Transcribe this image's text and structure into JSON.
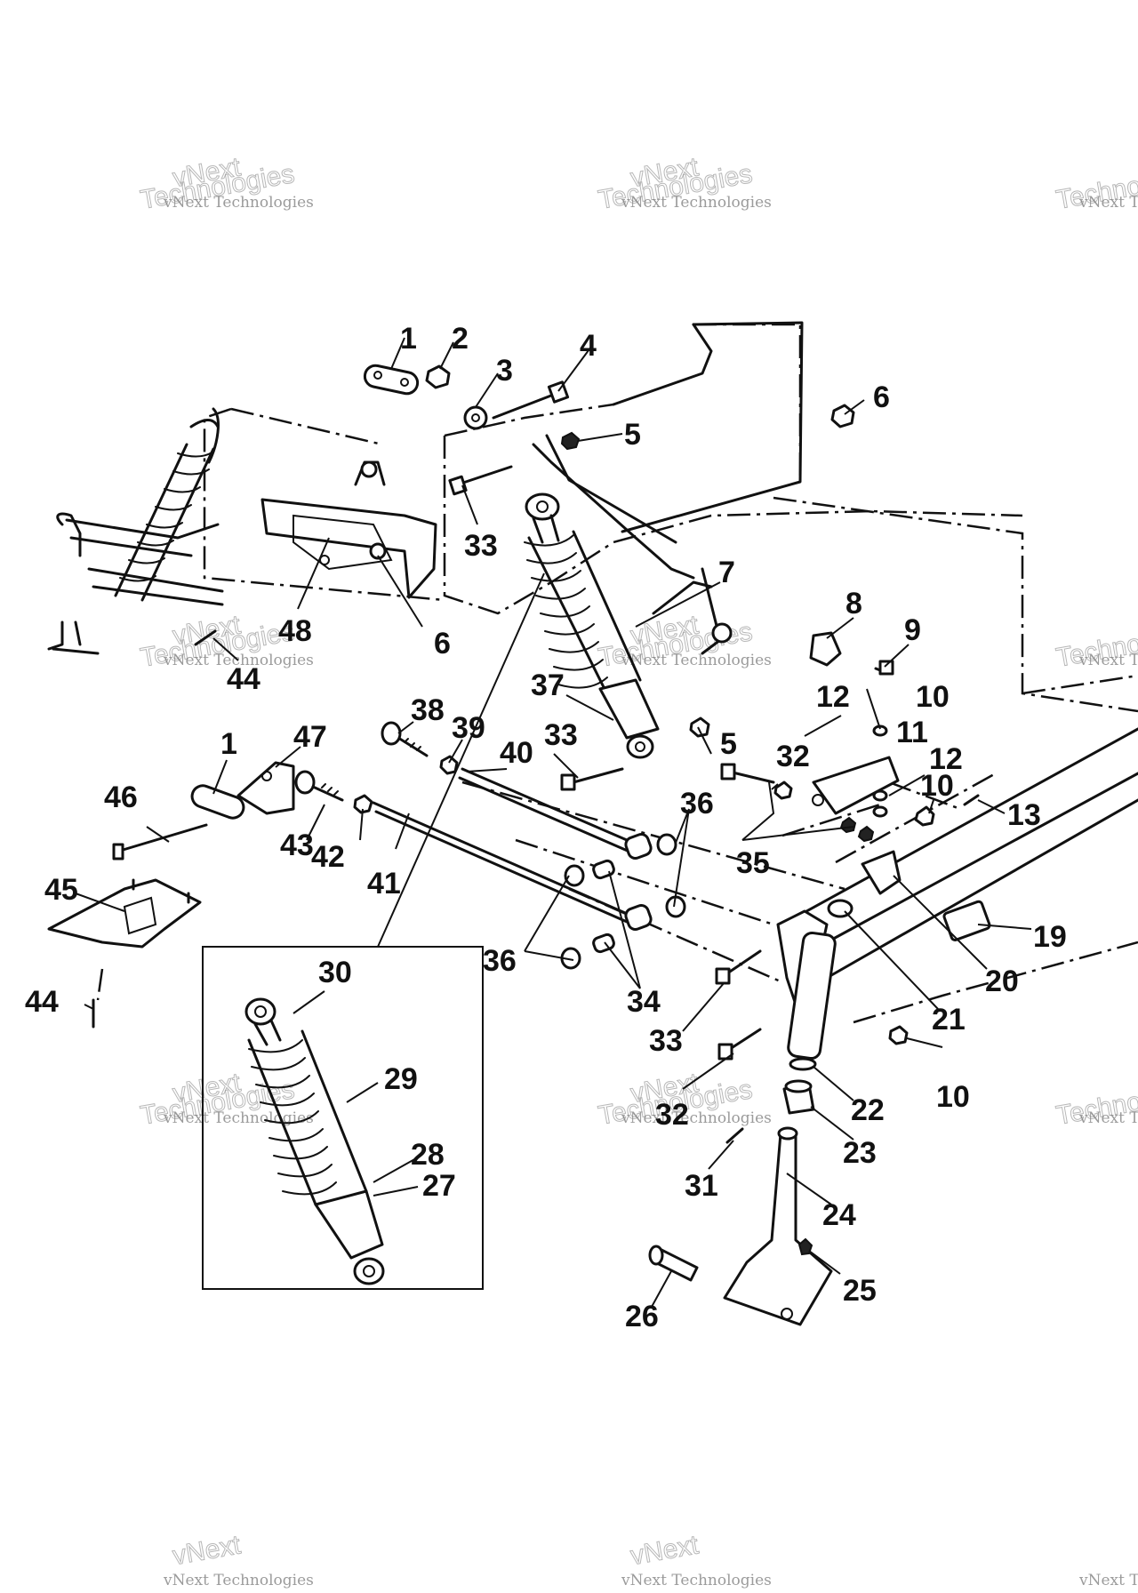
{
  "watermark": {
    "small_text": "vNext Technologies",
    "large_text": "Technologies",
    "top_text": "vNext"
  },
  "callouts": [
    {
      "id": "c1a",
      "label": "1"
    },
    {
      "id": "c2",
      "label": "2"
    },
    {
      "id": "c3",
      "label": "3"
    },
    {
      "id": "c4",
      "label": "4"
    },
    {
      "id": "c5a",
      "label": "5"
    },
    {
      "id": "c6a",
      "label": "6"
    },
    {
      "id": "c33a",
      "label": "33"
    },
    {
      "id": "c6b",
      "label": "6"
    },
    {
      "id": "c48",
      "label": "48"
    },
    {
      "id": "c7",
      "label": "7"
    },
    {
      "id": "c8",
      "label": "8"
    },
    {
      "id": "c9",
      "label": "9"
    },
    {
      "id": "c44a",
      "label": "44"
    },
    {
      "id": "c37",
      "label": "37"
    },
    {
      "id": "c38",
      "label": "38"
    },
    {
      "id": "c39",
      "label": "39"
    },
    {
      "id": "c47",
      "label": "47"
    },
    {
      "id": "c1b",
      "label": "1"
    },
    {
      "id": "c40",
      "label": "40"
    },
    {
      "id": "c33b",
      "label": "33"
    },
    {
      "id": "c5b",
      "label": "5"
    },
    {
      "id": "c12a",
      "label": "12"
    },
    {
      "id": "c10a",
      "label": "10"
    },
    {
      "id": "c11",
      "label": "11"
    },
    {
      "id": "c12b",
      "label": "12"
    },
    {
      "id": "c32a",
      "label": "32"
    },
    {
      "id": "c10b",
      "label": "10"
    },
    {
      "id": "c13",
      "label": "13"
    },
    {
      "id": "c46",
      "label": "46"
    },
    {
      "id": "c43",
      "label": "43"
    },
    {
      "id": "c42",
      "label": "42"
    },
    {
      "id": "c41",
      "label": "41"
    },
    {
      "id": "c36a",
      "label": "36"
    },
    {
      "id": "c35",
      "label": "35"
    },
    {
      "id": "c45",
      "label": "45"
    },
    {
      "id": "c19",
      "label": "19"
    },
    {
      "id": "c20",
      "label": "20"
    },
    {
      "id": "c30",
      "label": "30"
    },
    {
      "id": "c36b",
      "label": "36"
    },
    {
      "id": "c34",
      "label": "34"
    },
    {
      "id": "c44b",
      "label": "44"
    },
    {
      "id": "c21",
      "label": "21"
    },
    {
      "id": "c33c",
      "label": "33"
    },
    {
      "id": "c29",
      "label": "29"
    },
    {
      "id": "c10c",
      "label": "10"
    },
    {
      "id": "c22",
      "label": "22"
    },
    {
      "id": "c32b",
      "label": "32"
    },
    {
      "id": "c23",
      "label": "23"
    },
    {
      "id": "c28",
      "label": "28"
    },
    {
      "id": "c27",
      "label": "27"
    },
    {
      "id": "c31",
      "label": "31"
    },
    {
      "id": "c24",
      "label": "24"
    },
    {
      "id": "c25",
      "label": "25"
    },
    {
      "id": "c26",
      "label": "26"
    }
  ]
}
